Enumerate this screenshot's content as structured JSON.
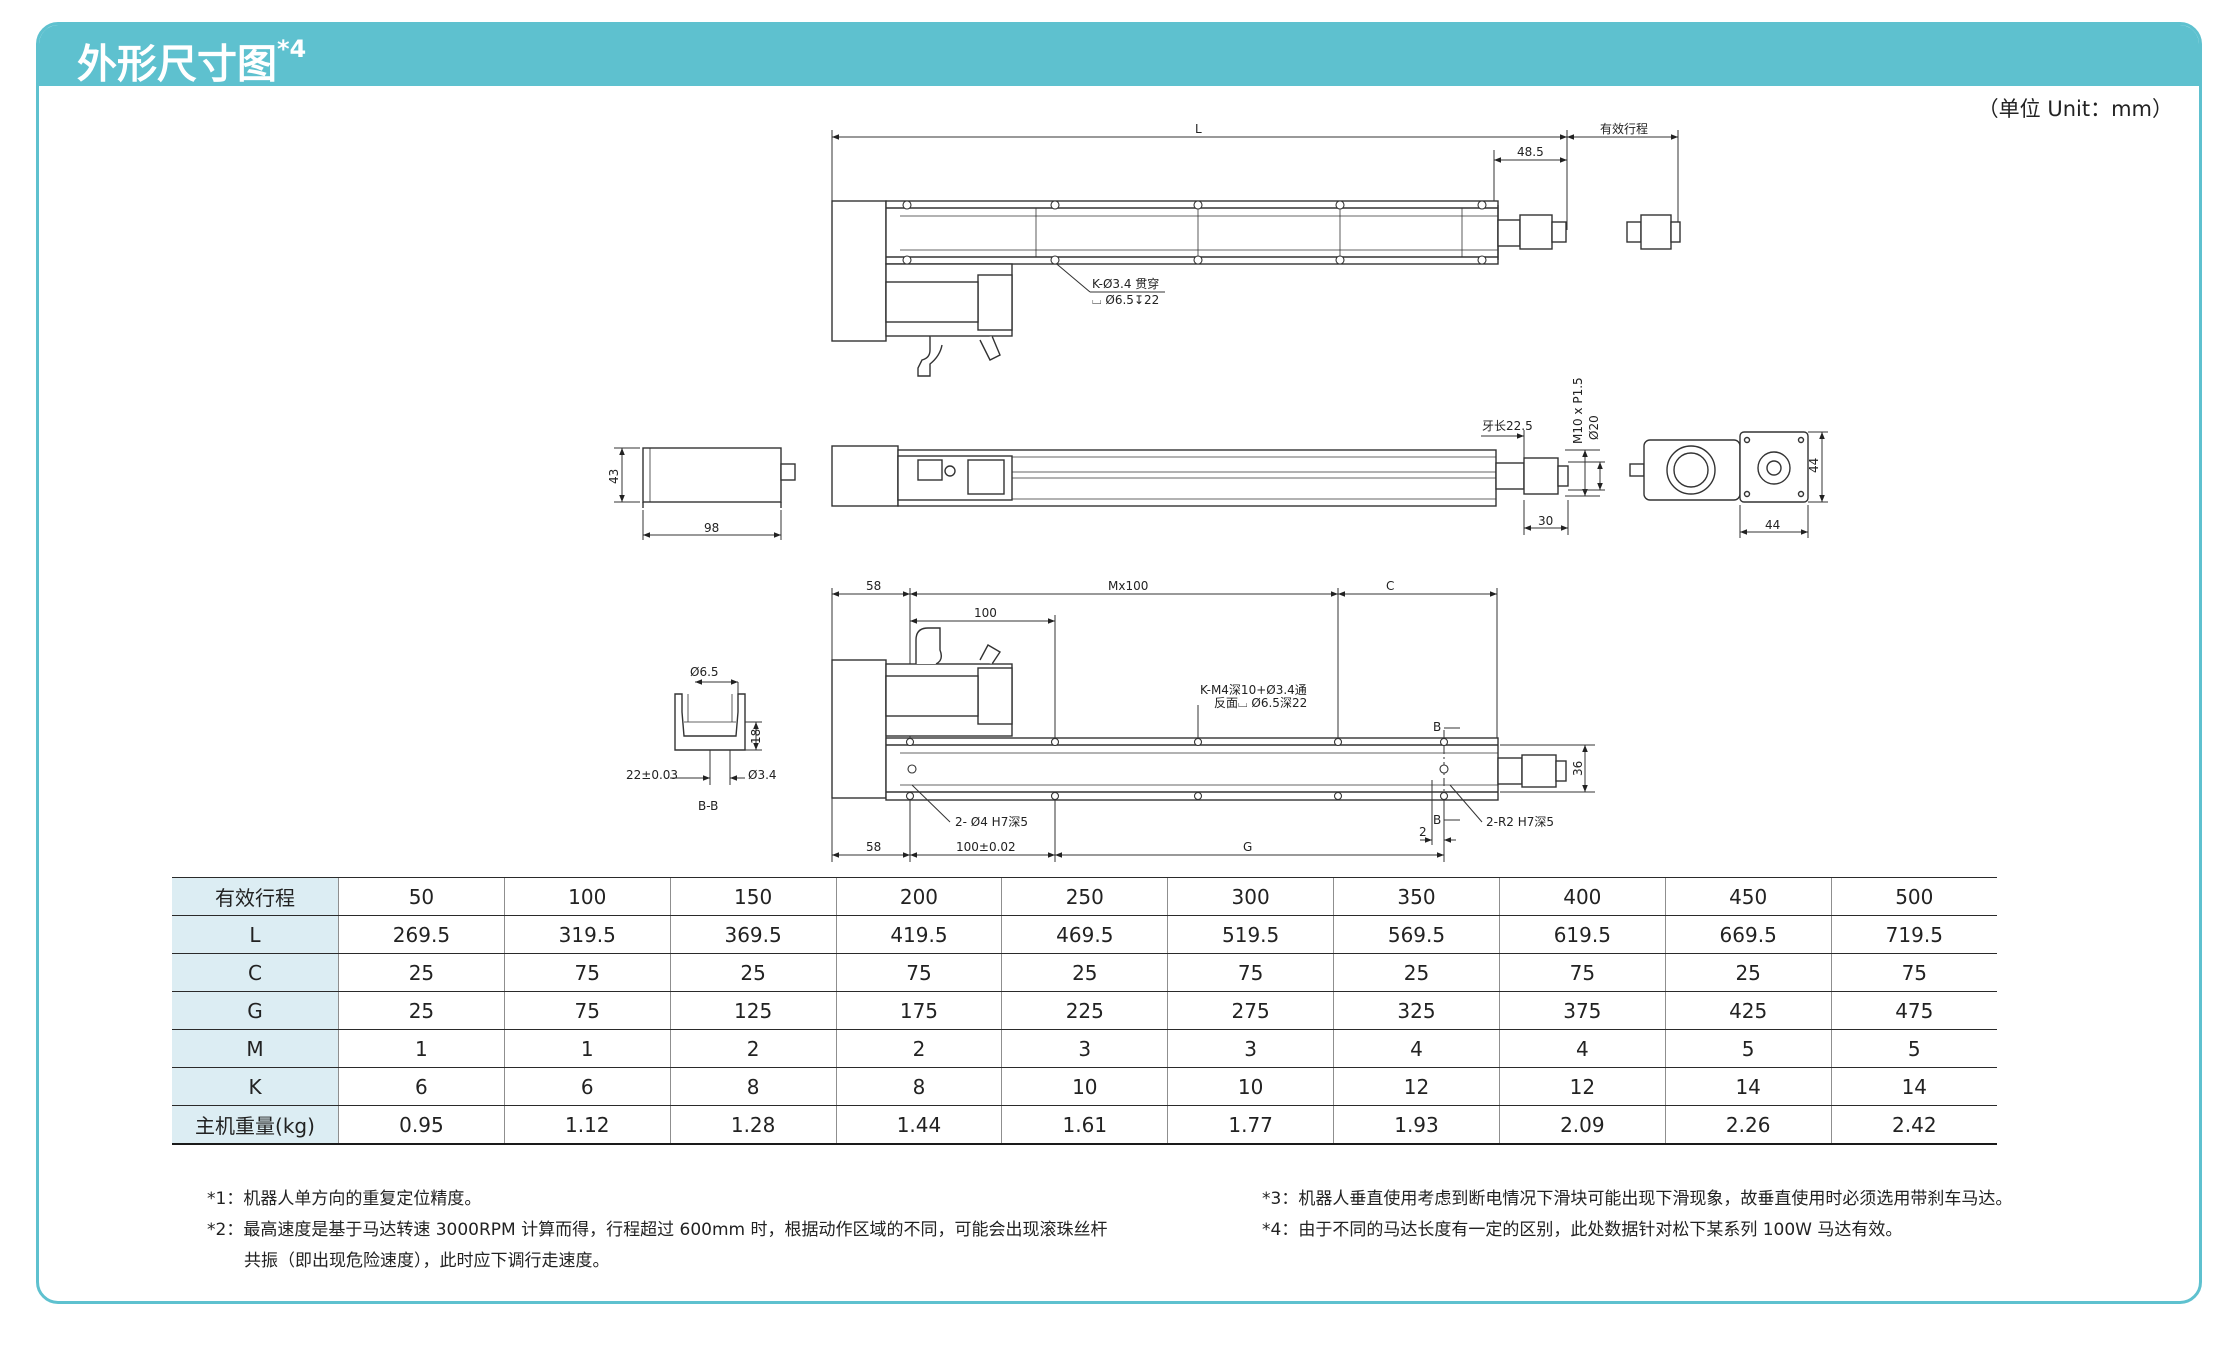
{
  "header": {
    "title": "外形尺寸图",
    "title_sup": "*4"
  },
  "unit_label": "（单位 Unit：mm）",
  "drawing_labels": {
    "top_L": "L",
    "top_stroke": "有效行程",
    "top_48": "48.5",
    "top_hole1": "K-Ø3.4 贯穿",
    "top_hole2": "⌴ Ø6.5↧22",
    "mid_thread_len": "牙长22.5",
    "mid_thread": "M10 x P1.5",
    "mid_d20": "Ø20",
    "mid_43": "43",
    "mid_98": "98",
    "mid_30": "30",
    "mid_44v": "44",
    "mid_44h": "44",
    "bot_58a": "58",
    "bot_Mx100": "Mx100",
    "bot_C": "C",
    "bot_100": "100",
    "bot_hole1": "K-M4深10+Ø3.4通",
    "bot_hole2": "反面⌴ Ø6.5深22",
    "bot_B_top": "B",
    "bot_B_bot": "B",
    "bot_36": "36",
    "bot_pin_left": "2- Ø4 H7深5",
    "bot_pin_right": "2-R2 H7深5",
    "bot_2": "2",
    "bot_58b": "58",
    "bot_100_tol": "100±0.02",
    "bot_G": "G",
    "sec_d65": "Ø6.5",
    "sec_18": "18",
    "sec_22": "22±0.03",
    "sec_d34": "Ø3.4",
    "sec_label": "B-B"
  },
  "table": {
    "rows": [
      {
        "label": "有效行程",
        "values": [
          "50",
          "100",
          "150",
          "200",
          "250",
          "300",
          "350",
          "400",
          "450",
          "500"
        ]
      },
      {
        "label": "L",
        "values": [
          "269.5",
          "319.5",
          "369.5",
          "419.5",
          "469.5",
          "519.5",
          "569.5",
          "619.5",
          "669.5",
          "719.5"
        ]
      },
      {
        "label": "C",
        "values": [
          "25",
          "75",
          "25",
          "75",
          "25",
          "75",
          "25",
          "75",
          "25",
          "75"
        ]
      },
      {
        "label": "G",
        "values": [
          "25",
          "75",
          "125",
          "175",
          "225",
          "275",
          "325",
          "375",
          "425",
          "475"
        ]
      },
      {
        "label": "M",
        "values": [
          "1",
          "1",
          "2",
          "2",
          "3",
          "3",
          "4",
          "4",
          "5",
          "5"
        ]
      },
      {
        "label": "K",
        "values": [
          "6",
          "6",
          "8",
          "8",
          "10",
          "10",
          "12",
          "12",
          "14",
          "14"
        ]
      },
      {
        "label": "主机重量(kg)",
        "values": [
          "0.95",
          "1.12",
          "1.28",
          "1.44",
          "1.61",
          "1.77",
          "1.93",
          "2.09",
          "2.26",
          "2.42"
        ]
      }
    ]
  },
  "notes": {
    "n1": "*1：机器人单方向的重复定位精度。",
    "n2a": "*2：最高速度是基于马达转速 3000RPM 计算而得，行程超过 600mm 时，根据动作区域的不同，可能会出现滚珠丝杆",
    "n2b": "共振（即出现危险速度），此时应下调行走速度。",
    "n3": "*3：机器人垂直使用考虑到断电情况下滑块可能出现下滑现象，故垂直使用时必须选用带刹车马达。",
    "n4": "*4：由于不同的马达长度有一定的区别，此处数据针对松下某系列 100W 马达有效。"
  }
}
